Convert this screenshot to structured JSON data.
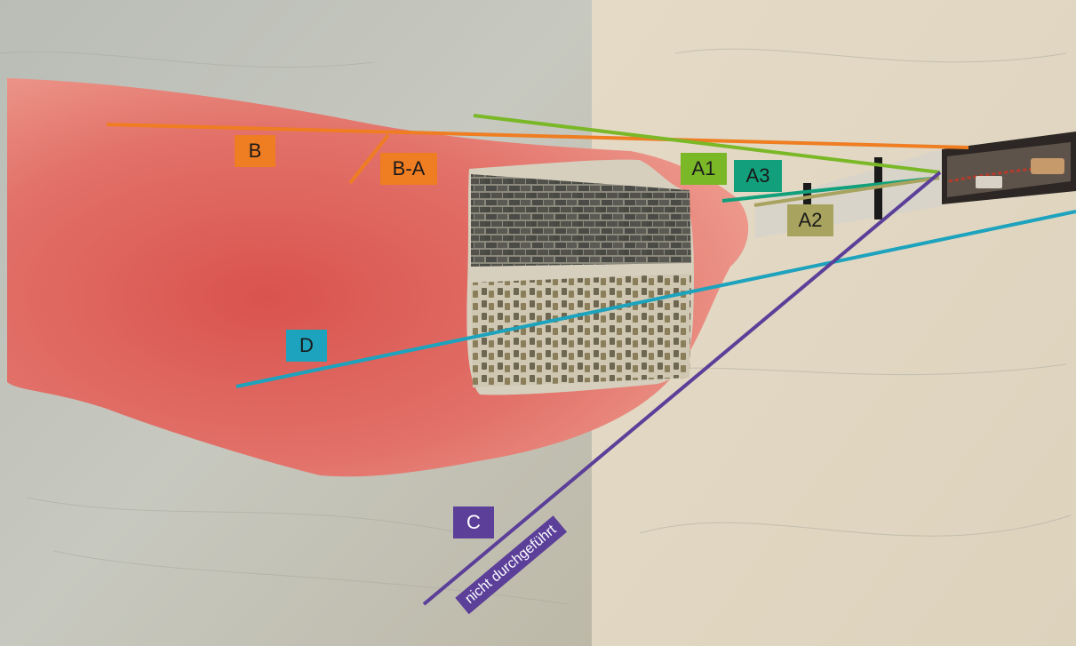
{
  "labels": {
    "B": "B",
    "BA": "B-A",
    "A1": "A1",
    "A3": "A3",
    "A2": "A2",
    "D": "D",
    "C": "C",
    "C_note": "nicht durchgeführt"
  },
  "colors": {
    "orange": "#ef7d22",
    "green_light": "#7ab828",
    "green_dark": "#11a07b",
    "olive": "#a8a35e",
    "teal": "#1da3bd",
    "purple": "#5b3f99"
  }
}
